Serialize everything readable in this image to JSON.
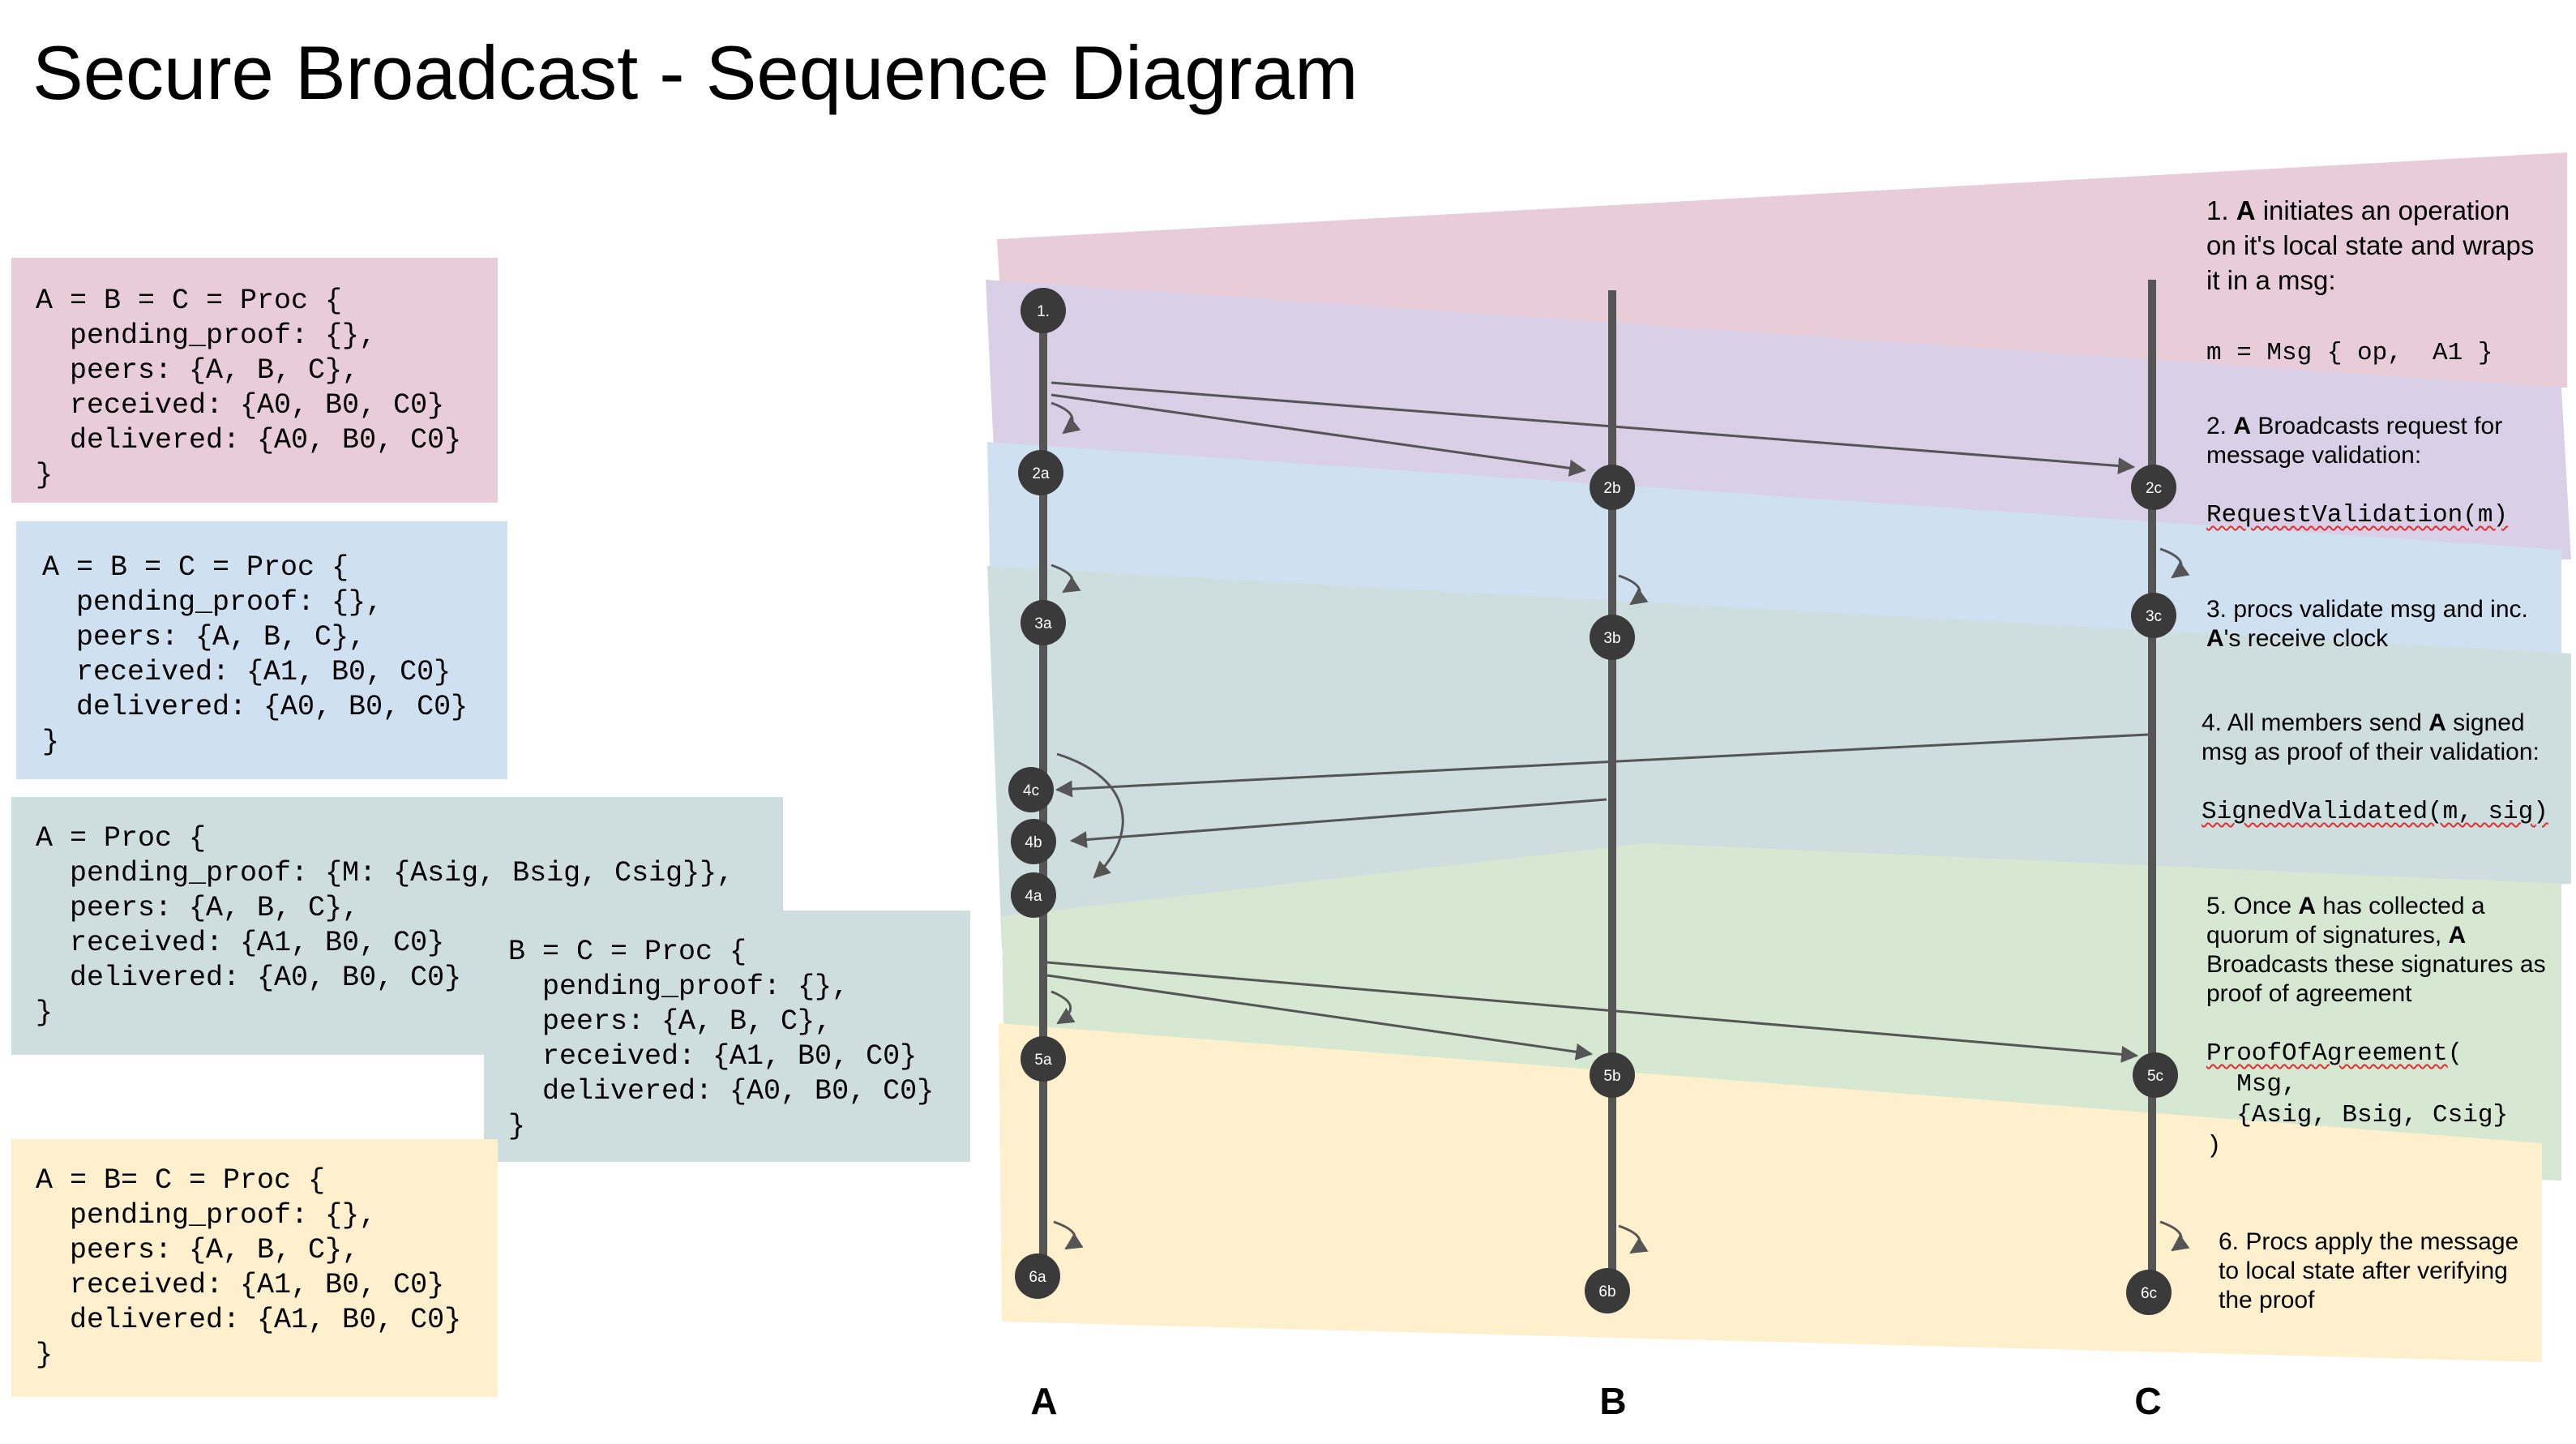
{
  "title": "Secure Broadcast - Sequence Diagram",
  "states": {
    "s1": "A = B = C = Proc {\n  pending_proof: {},\n  peers: {A, B, C},\n  received: {A0, B0, C0}\n  delivered: {A0, B0, C0}\n}",
    "s2": "A = B = C = Proc {\n  pending_proof: {},\n  peers: {A, B, C},\n  received: {A1, B0, C0}\n  delivered: {A0, B0, C0}\n}",
    "s3a": "A = Proc {\n  pending_proof: {M: {Asig, Bsig, Csig}},\n  peers: {A, B, C},\n  received: {A1, B0, C0}\n  delivered: {A0, B0, C0}\n}",
    "s3b": "B = C = Proc {\n  pending_proof: {},\n  peers: {A, B, C},\n  received: {A1, B0, C0}\n  delivered: {A0, B0, C0}\n}",
    "s4": "A = B= C = Proc {\n  pending_proof: {},\n  peers: {A, B, C},\n  received: {A1, B0, C0}\n  delivered: {A1, B0, C0}\n}"
  },
  "actors": {
    "a": "A",
    "b": "B",
    "c": "C"
  },
  "nodes": {
    "n1": "1.",
    "n2a": "2a",
    "n2b": "2b",
    "n2c": "2c",
    "n3a": "3a",
    "n3b": "3b",
    "n3c": "3c",
    "n4a": "4a",
    "n4b": "4b",
    "n4c": "4c",
    "n5a": "5a",
    "n5b": "5b",
    "n5c": "5c",
    "n6a": "6a",
    "n6b": "6b",
    "n6c": "6c"
  },
  "notes": {
    "n1": {
      "num": "1.",
      "actor": "A",
      "text": "initiates an operation on it's local state and wraps it in a msg:",
      "code": "m = Msg { op,  A1 }"
    },
    "n2": {
      "num": "2.",
      "actor": "A",
      "text": "Broadcasts request for message validation:",
      "code": "RequestValidation(m)"
    },
    "n3": {
      "pre": "3. procs validate msg and inc.",
      "actor": "A",
      "text": "'s receive clock"
    },
    "n4": {
      "pre": "4. All members send",
      "actor": "A",
      "text": "signed msg as proof of their validation:",
      "code": "SignedValidated(m, sig)"
    },
    "n5": {
      "pre": "5. Once",
      "actor": "A",
      "mid": "has collected a quorum of signatures,",
      "actor2": "A",
      "text": "Broadcasts these signatures as proof of agreement",
      "code_fn": "ProofOfAgreement",
      "code_rest": "(\n  Msg,\n  {Asig, Bsig, Csig}\n)"
    },
    "n6": {
      "text": "6. Procs apply the message to local state after verifying the proof"
    }
  },
  "colors": {
    "pink": "#e8ccd8",
    "purple": "#d9d0e8",
    "blue": "#cfe0f0",
    "teal": "#ceddde",
    "green": "#d6e8d2",
    "yellow": "#fff0cd",
    "lifeline": "#555555",
    "node": "#3a3a3a"
  }
}
